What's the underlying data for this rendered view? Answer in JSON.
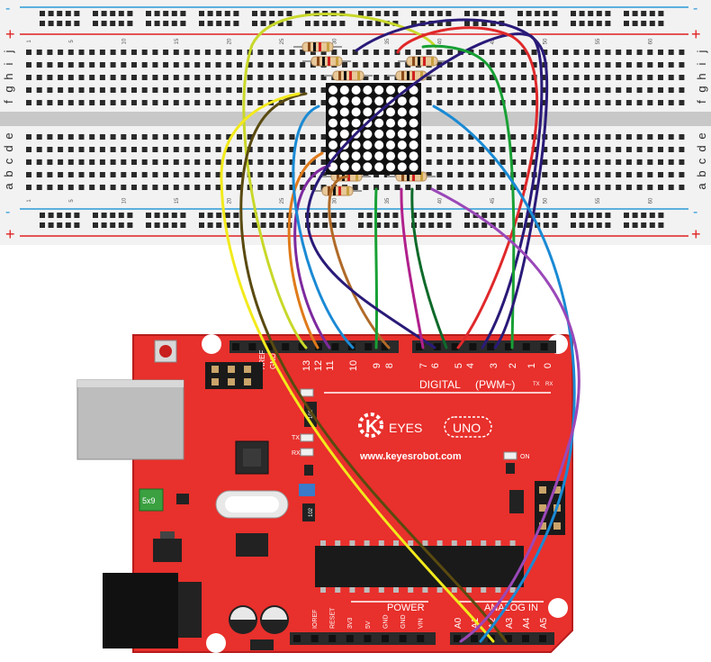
{
  "breadboard": {
    "row_labels_top": [
      "j",
      "i",
      "h",
      "g",
      "f"
    ],
    "row_labels_bottom": [
      "e",
      "d",
      "c",
      "b",
      "a"
    ],
    "column_numbers": [
      "1",
      "5",
      "10",
      "15",
      "20",
      "25",
      "30",
      "35",
      "40",
      "45",
      "50",
      "55",
      "60"
    ],
    "rail_plus": "+",
    "rail_minus": "-"
  },
  "led_matrix": {
    "rows": 8,
    "cols": 8
  },
  "board": {
    "digital_label": "DIGITAL",
    "pwm_label": "(PWM~)",
    "digital_pins": [
      "13",
      "12",
      "11",
      "10",
      "9",
      "8",
      "7",
      "6",
      "5",
      "4",
      "3",
      "2",
      "1",
      "0"
    ],
    "aref_label": "AREF",
    "gnd_label": "GND",
    "tx_pin_label": "TX",
    "rx_pin_label": "RX",
    "tx_led": "TX",
    "rx_led": "RX",
    "l_led": "L",
    "on_label": "ON",
    "brand_k": "K",
    "brand_rest": "EYES",
    "model": "UNO",
    "website": "www.keyesrobot.com",
    "fuse": "5x9",
    "resistor_code_1": "102",
    "resistor_code_2": "102",
    "power_label": "POWER",
    "power_pins": [
      "IOREF",
      "RESET",
      "3V3",
      "5V",
      "GND",
      "GND",
      "VIN"
    ],
    "analog_label": "ANALOG IN",
    "analog_pins": [
      "A0",
      "A1",
      "A2",
      "A3",
      "A4",
      "A5"
    ]
  },
  "wire_colors": {
    "yellow": "#f2ea1c",
    "olive": "#5a4a10",
    "lime": "#c8d82a",
    "purple": "#7d2a9e",
    "orange": "#e07a1a",
    "blue": "#1a8ad4",
    "navy": "#2a1a78",
    "brown": "#b06a28",
    "green": "#18a034",
    "magenta": "#b0208c",
    "darkgreen": "#0e6a2a",
    "red": "#e0282a",
    "violet": "#9a48b8"
  }
}
